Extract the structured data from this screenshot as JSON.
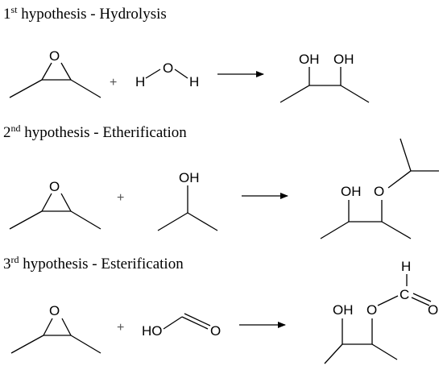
{
  "hypotheses": [
    {
      "number": "1",
      "suffix": "st",
      "text": " hypothesis - Hydrolysis"
    },
    {
      "number": "2",
      "suffix": "nd",
      "text": " hypothesis - Etherification"
    },
    {
      "number": "3",
      "suffix": "rd",
      "text": " hypothesis - Esterification"
    }
  ],
  "atoms": {
    "O": "O",
    "H": "H",
    "OH": "OH",
    "HO": "HO",
    "C": "C"
  },
  "plus": "+"
}
